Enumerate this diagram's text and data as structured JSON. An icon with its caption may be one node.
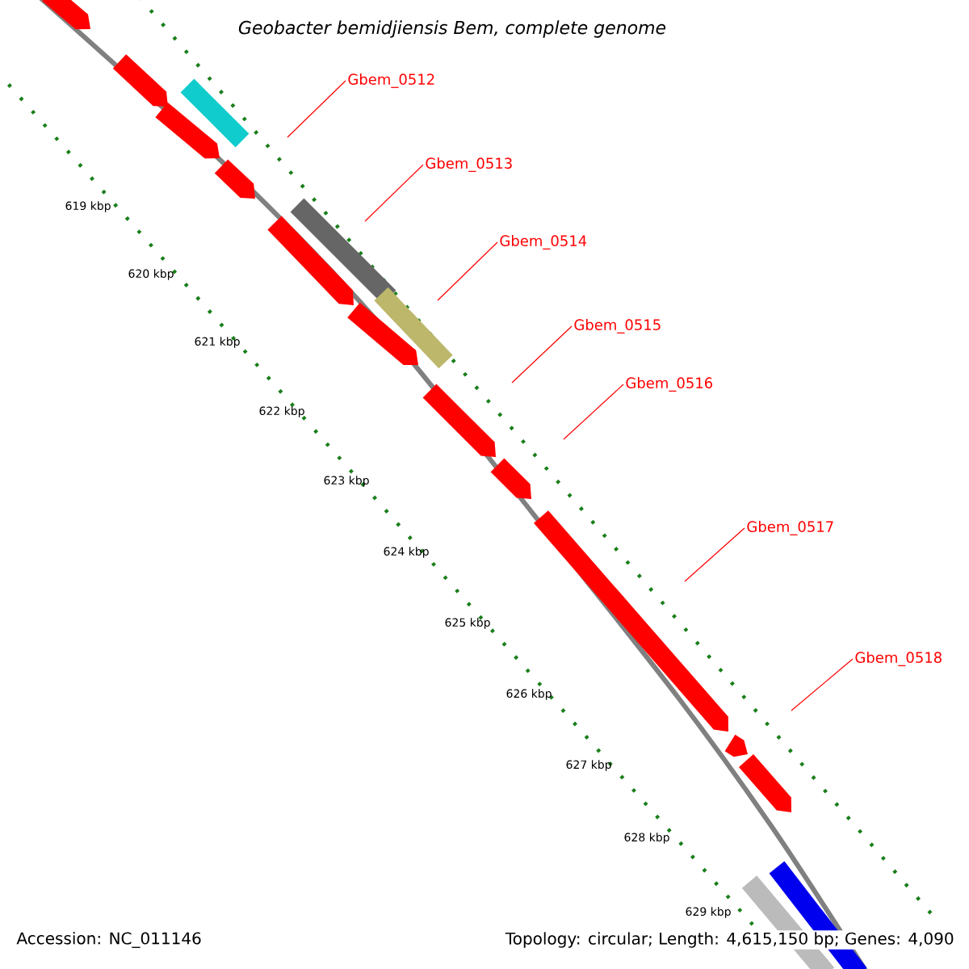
{
  "diagram": {
    "title": "Geobacter bemidjiensis Bem, complete genome",
    "nodes": [
      {
        "text": [
          "Gbem_0512"
        ]
      },
      {
        "text": [
          "Gbem_0513"
        ]
      },
      {
        "text": [
          "Gbem_0514"
        ]
      },
      {
        "text": [
          "Gbem_0515"
        ]
      },
      {
        "text": [
          "Gbem_0516"
        ]
      },
      {
        "text": [
          "Gbem_0517"
        ]
      },
      {
        "text": [
          "Gbem_0518"
        ]
      }
    ],
    "edges": [
      {
        "from": 0,
        "to": null,
        "arrow": "none"
      },
      {
        "from": 1,
        "to": null,
        "arrow": "none"
      },
      {
        "from": 2,
        "to": null,
        "arrow": "none"
      },
      {
        "from": 3,
        "to": null,
        "arrow": "none"
      },
      {
        "from": 4,
        "to": null,
        "arrow": "none"
      },
      {
        "from": 5,
        "to": null,
        "arrow": "none"
      },
      {
        "from": 6,
        "to": null,
        "arrow": "none"
      }
    ],
    "labels": [
      "619 kbp",
      "620 kbp",
      "621 kbp",
      "622 kbp",
      "623 kbp",
      "624 kbp",
      "625 kbp",
      "626 kbp",
      "627 kbp",
      "628 kbp",
      "629 kbp",
      "Accession: NC_011146",
      "Topology: circular; Length: 4,615,150 bp; Genes: 4,090"
    ]
  }
}
